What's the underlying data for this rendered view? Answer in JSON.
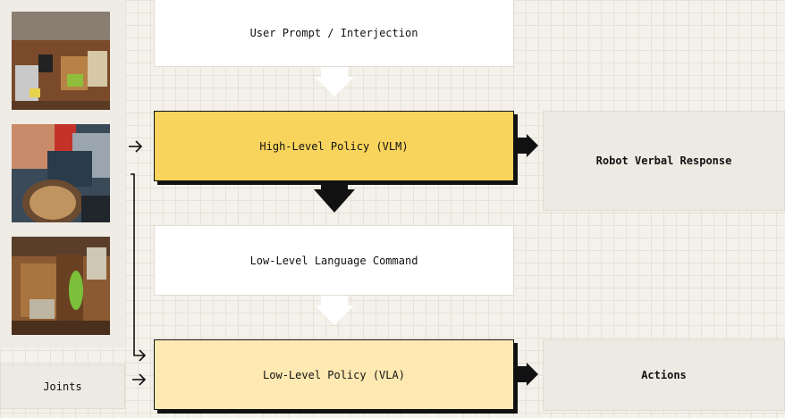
{
  "inputs": {
    "camera_images": [
      "camera-view-top",
      "camera-view-middle",
      "camera-view-bottom"
    ],
    "joints_label": "Joints"
  },
  "boxes": {
    "user_prompt": "User Prompt / Interjection",
    "high_level_policy": "High-Level Policy (VLM)",
    "robot_verbal_response": "Robot Verbal Response",
    "low_level_command": "Low-Level Language Command",
    "low_level_policy": "Low-Level Policy (VLA)",
    "actions": "Actions"
  },
  "colors": {
    "high_level_fill": "#f9d45c",
    "low_level_fill": "#fde9b1",
    "arrow_dark": "#111111",
    "arrow_light": "#ffffff"
  }
}
